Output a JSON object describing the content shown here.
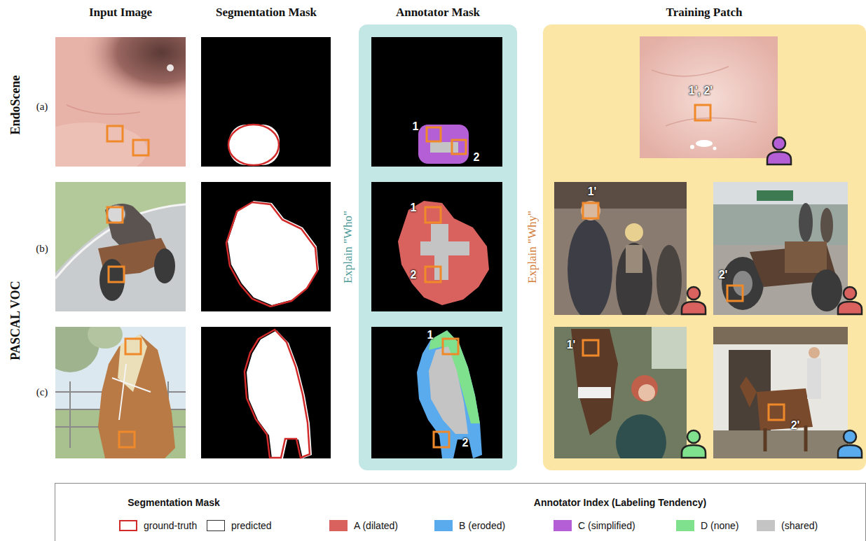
{
  "diagram": {
    "nodes": [
      {
        "text": [
          "Annotator Mask",
          "Explain \"Who\""
        ]
      },
      {
        "text": [
          "Training Patch",
          "Explain \"Why\""
        ]
      }
    ],
    "labels": [
      "Input Image",
      "Segmentation Mask",
      "EndoScene",
      "PASCAL VOC",
      "(a)",
      "(b)",
      "(c)",
      "1",
      "2",
      "1', 2'",
      "1",
      "2",
      "1'",
      "2'",
      "1",
      "2",
      "1'",
      "2'",
      "Segmentation Mask",
      "Annotator Index (Labeling Tendency)"
    ],
    "legend": [
      {
        "text": "ground-truth"
      },
      {
        "text": "predicted"
      },
      {
        "text": "A (dilated)",
        "color": "#d9625f"
      },
      {
        "text": "B (eroded)",
        "color": "#5aaaee"
      },
      {
        "text": "C (simplified)",
        "color": "#b45fd6"
      },
      {
        "text": "D (none)",
        "color": "#7fe08e"
      },
      {
        "text": "(shared)",
        "color": "#c4c4c4"
      }
    ]
  }
}
